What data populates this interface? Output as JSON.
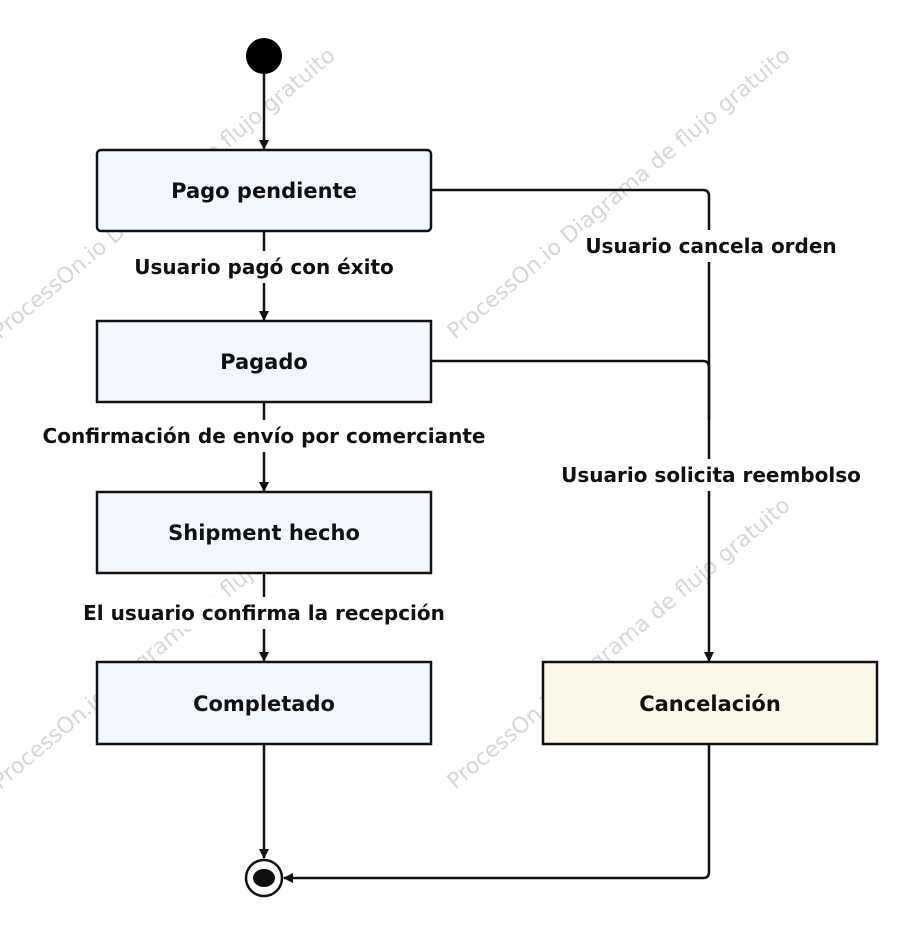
{
  "watermark": "ProcessOn.io Diagrama de flujo gratuito",
  "colors": {
    "state_fill": "#f1f8fd",
    "cancel_fill": "#fbf8ea",
    "stroke": "#111111"
  },
  "states": {
    "pago_pendiente": "Pago pendiente",
    "pagado": "Pagado",
    "shipment_hecho": "Shipment hecho",
    "completado": "Completado",
    "cancelacion": "Cancelación"
  },
  "transitions": {
    "usuario_pago": "Usuario pagó con éxito",
    "confirmacion_envio": "Confirmación de envío por comerciante",
    "usuario_confirma": "El usuario confirma la recepción",
    "usuario_cancela": "Usuario cancela orden",
    "usuario_reembolso": "Usuario solicita reembolso"
  }
}
